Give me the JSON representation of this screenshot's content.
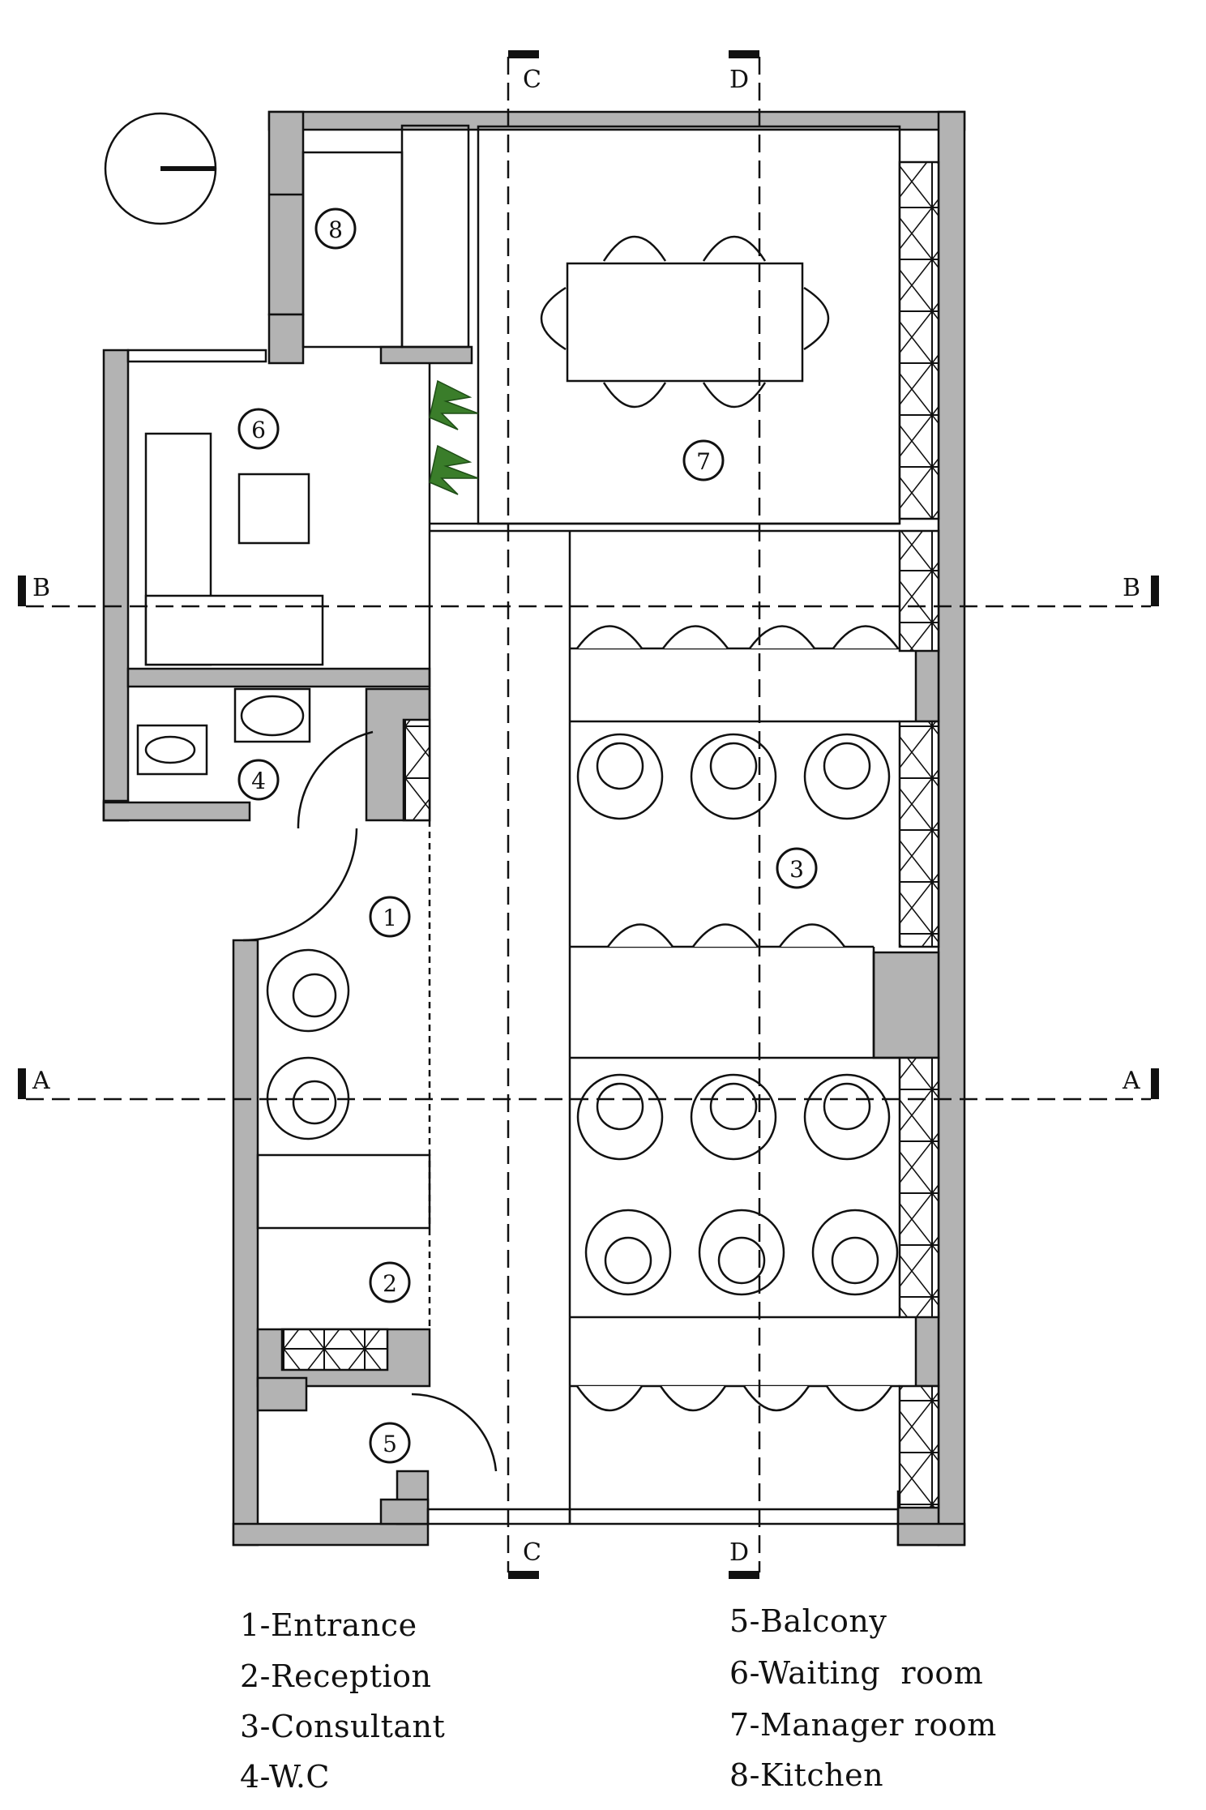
{
  "sections": {
    "a_left": "A",
    "a_right": "A",
    "b_left": "B",
    "b_right": "B",
    "c_top": "C",
    "c_bottom": "C",
    "d_top": "D",
    "d_bottom": "D"
  },
  "room_tags": {
    "r1": "1",
    "r2": "2",
    "r3": "3",
    "r4": "4",
    "r5": "5",
    "r6": "6",
    "r7": "7",
    "r8": "8"
  },
  "legend": {
    "items": [
      "1-Entrance",
      "2-Reception",
      "3-Consultant",
      "4-W.C",
      "5-Balcony",
      "6-Waiting  room",
      "7-Manager room",
      "8-Kitchen"
    ]
  },
  "colors": {
    "wall_fill": "#b3b3b3",
    "line": "#111111",
    "plant": "#3a7d2a"
  }
}
